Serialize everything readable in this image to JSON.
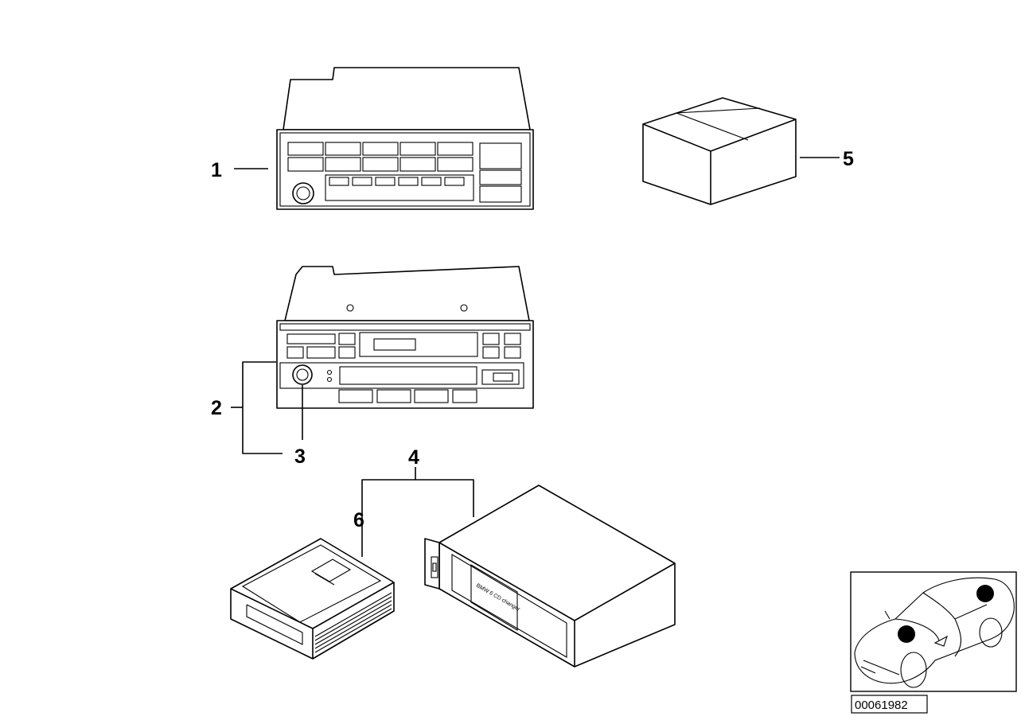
{
  "callouts": {
    "c1": "1",
    "c2": "2",
    "c3": "3",
    "c4": "4",
    "c5": "5",
    "c6": "6"
  },
  "changer_label": "BMW 6 CD changer",
  "reference_number": "00061982"
}
